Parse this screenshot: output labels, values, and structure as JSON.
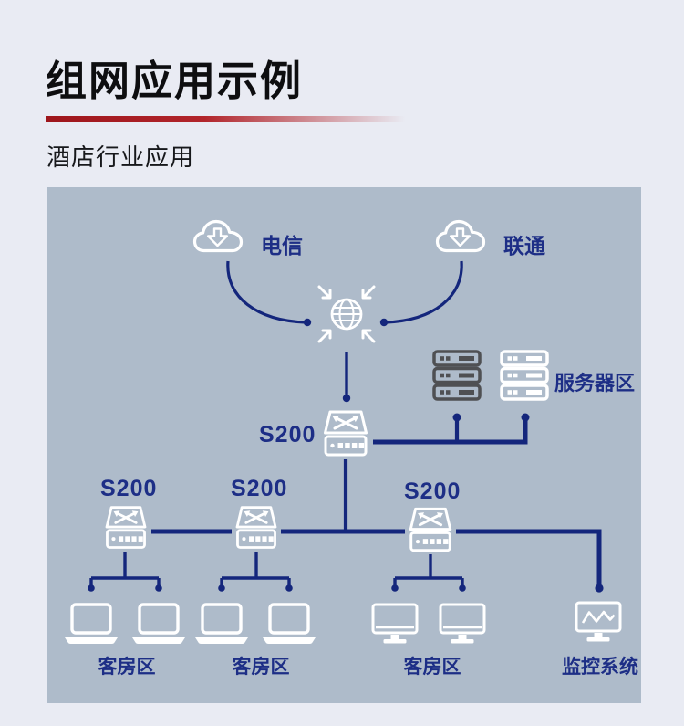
{
  "header": {
    "title": "组网应用示例",
    "subtitle": "酒店行业应用"
  },
  "diagram": {
    "isp_left": {
      "label": "电信",
      "icon": "cloud-download-icon"
    },
    "isp_right": {
      "label": "联通",
      "icon": "cloud-download-icon"
    },
    "internet": {
      "icon": "globe-converge-icon"
    },
    "core_switch": {
      "label": "S200",
      "icon": "switch-icon"
    },
    "server_area": {
      "label": "服务器区",
      "icons": [
        "server-rack-dark-icon",
        "server-rack-white-icon"
      ]
    },
    "access_switch_1": {
      "label": "S200",
      "icon": "switch-icon"
    },
    "access_switch_2": {
      "label": "S200",
      "icon": "switch-icon"
    },
    "access_switch_3": {
      "label": "S200",
      "icon": "switch-icon"
    },
    "guest_area_1": {
      "label": "客房区",
      "devices": "laptop-icons"
    },
    "guest_area_2": {
      "label": "客房区",
      "devices": "laptop-icons"
    },
    "guest_area_3": {
      "label": "客房区",
      "devices": "monitor-icons"
    },
    "monitoring": {
      "label": "监控系统",
      "devices": "monitor-wave-icon"
    }
  },
  "colors": {
    "page_bg": "#e9ebf3",
    "panel_bg": "#aebbca",
    "line_navy": "#14267c",
    "label_navy": "#1d2e86",
    "accent_red": "#a81e23",
    "server_dark": "#4f5053",
    "icon_white": "#ffffff",
    "title_black": "#0e0e10"
  }
}
